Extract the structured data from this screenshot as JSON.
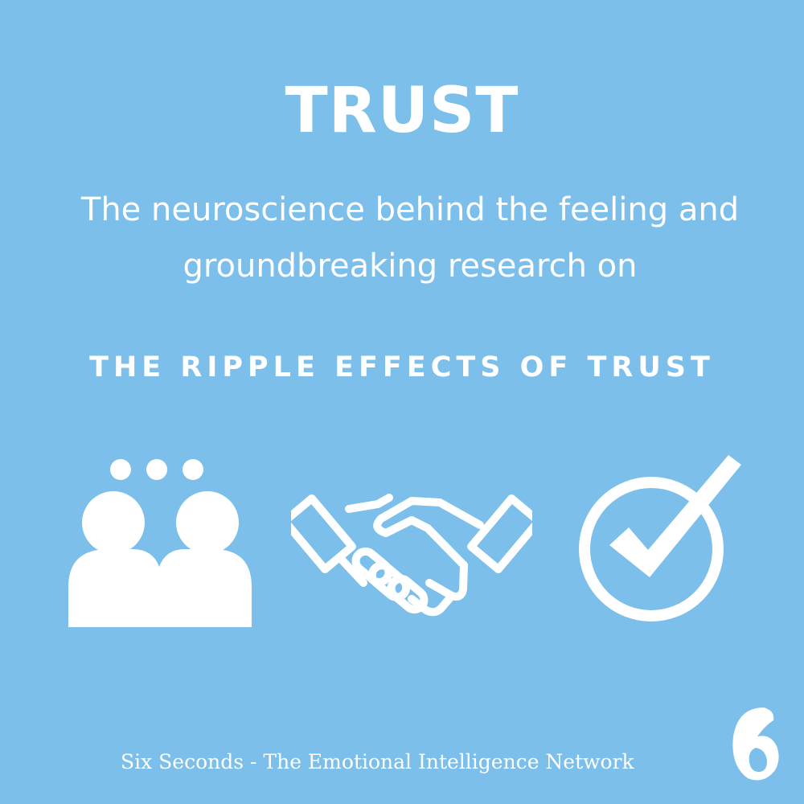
{
  "title": "TRUST",
  "subtitle": {
    "line1": "The neuroscience behind the feeling and",
    "line2": "groundbreaking research on"
  },
  "heading": "THE RIPPLE EFFECTS OF TRUST",
  "icons": [
    "people-talking-icon",
    "handshake-icon",
    "check-circle-icon"
  ],
  "footer": "Six Seconds - The Emotional Intelligence Network",
  "colors": {
    "background": "#7bbfea",
    "foreground": "#ffffff"
  }
}
